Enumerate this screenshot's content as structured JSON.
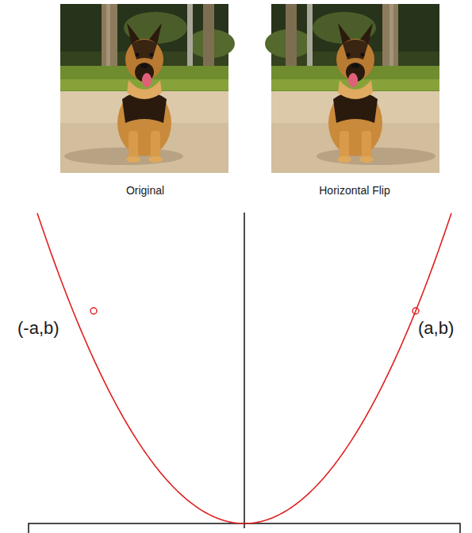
{
  "diagram": {
    "labels": [
      "Original",
      "Horizontal Flip",
      "(-a,b)",
      "(a,b)"
    ]
  }
}
